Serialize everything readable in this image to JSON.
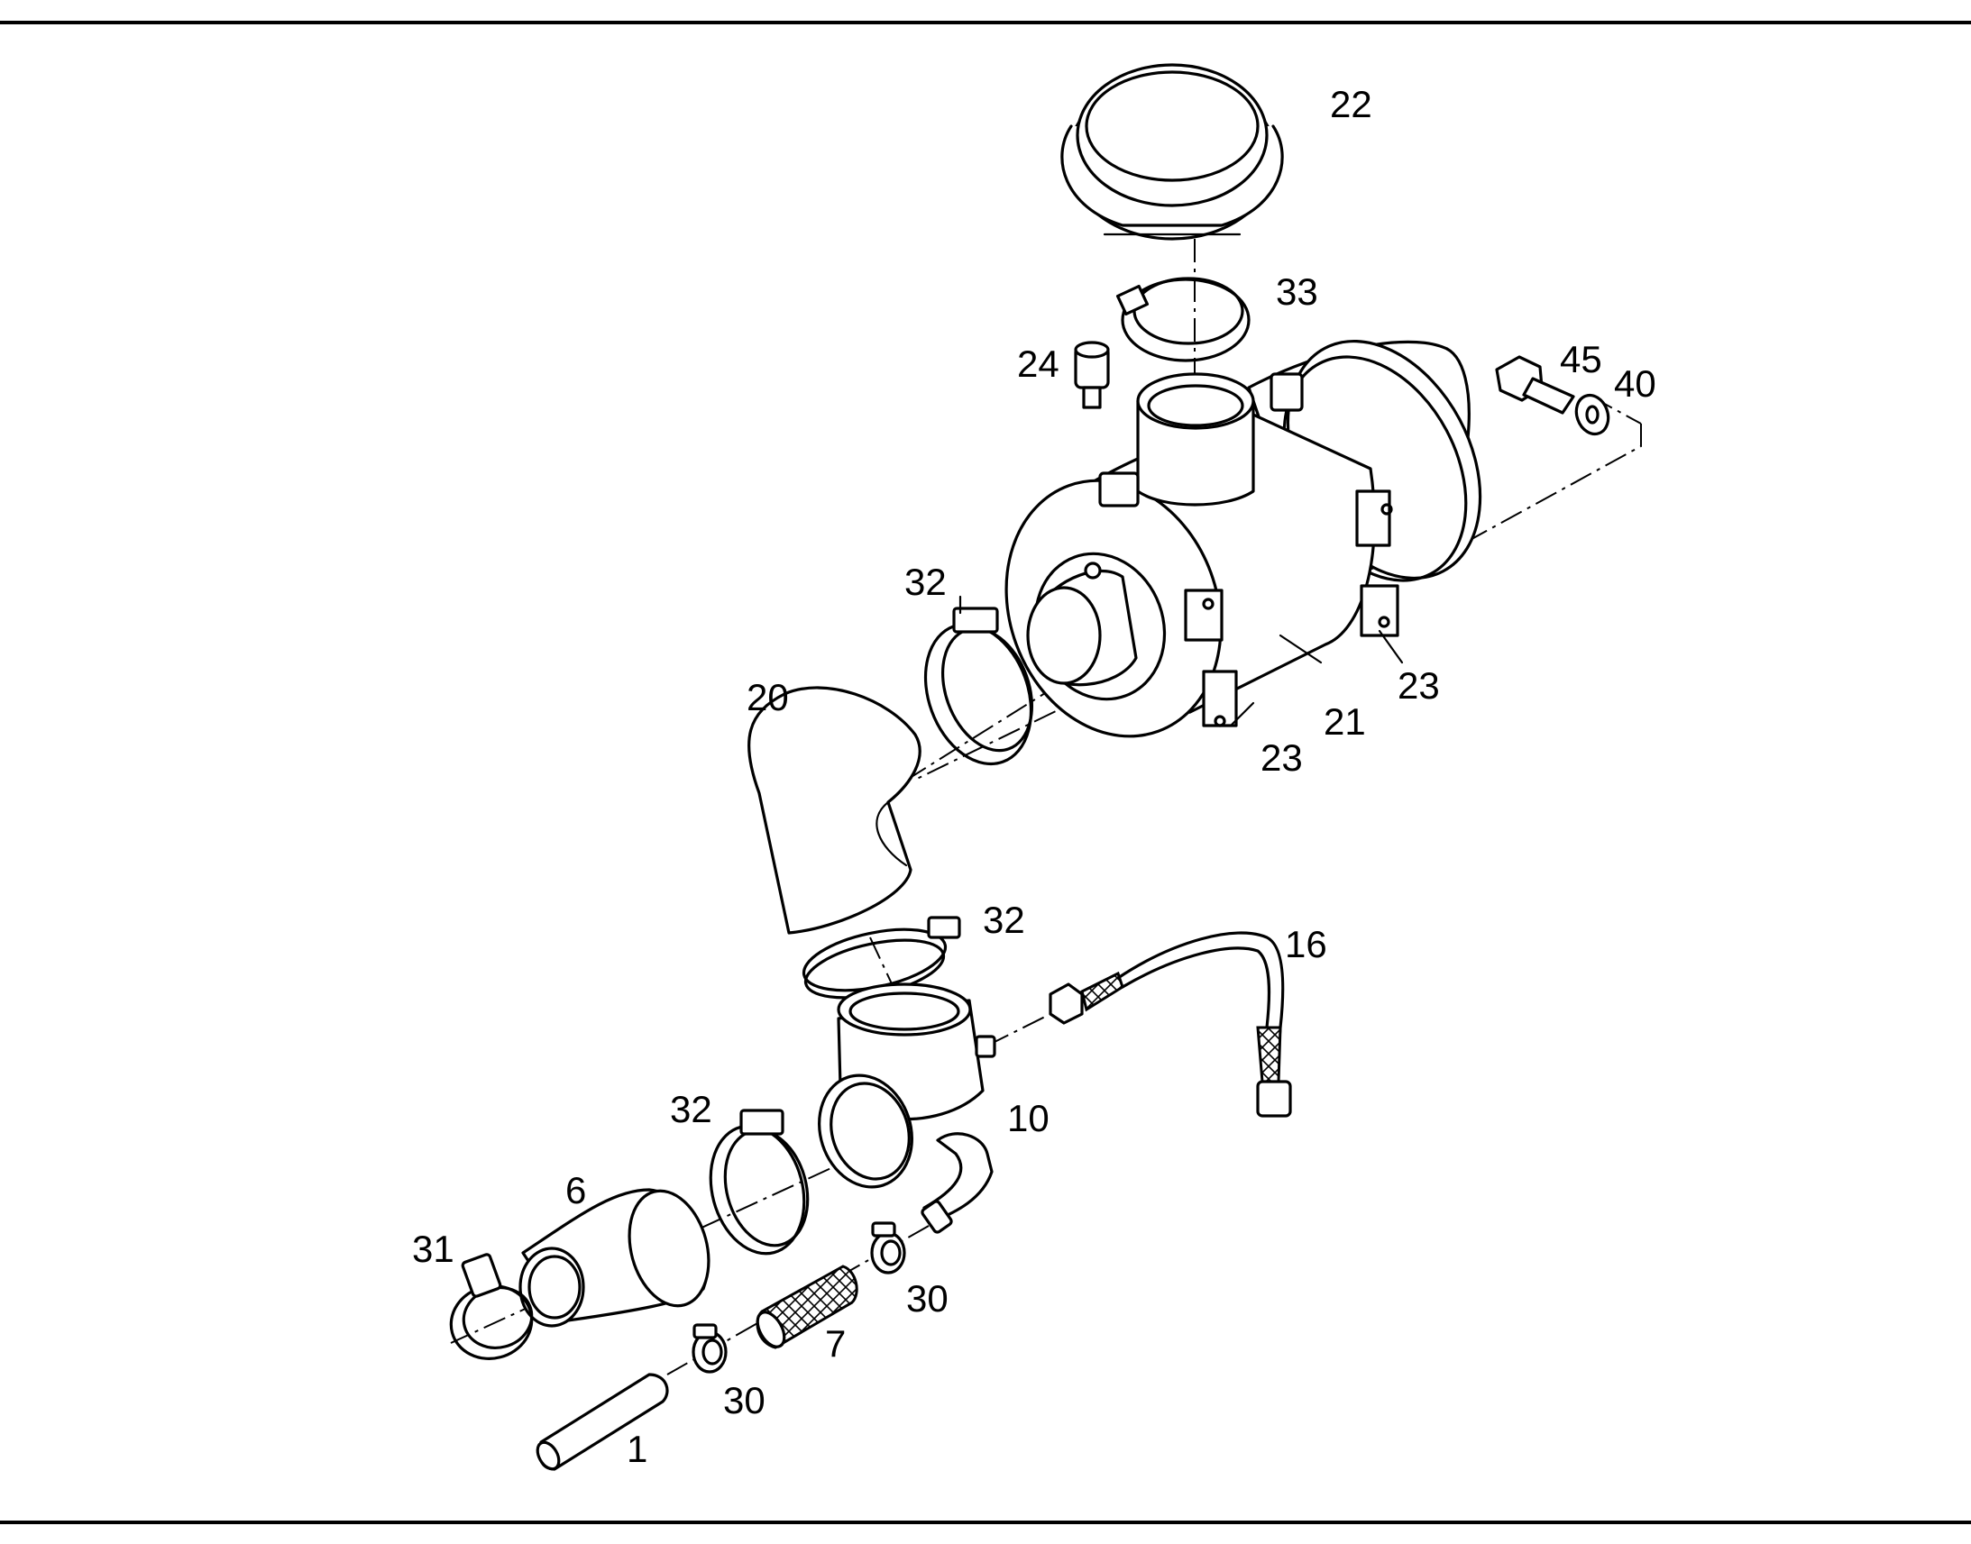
{
  "diagram": {
    "part_labels": [
      {
        "id": "callout-22",
        "text": "22"
      },
      {
        "id": "callout-33",
        "text": "33"
      },
      {
        "id": "callout-24",
        "text": "24"
      },
      {
        "id": "callout-45",
        "text": "45"
      },
      {
        "id": "callout-40",
        "text": "40"
      },
      {
        "id": "callout-32a",
        "text": "32"
      },
      {
        "id": "callout-20",
        "text": "20"
      },
      {
        "id": "callout-23a",
        "text": "23"
      },
      {
        "id": "callout-21",
        "text": "21"
      },
      {
        "id": "callout-23b",
        "text": "23"
      },
      {
        "id": "callout-32b",
        "text": "32"
      },
      {
        "id": "callout-16",
        "text": "16"
      },
      {
        "id": "callout-10",
        "text": "10"
      },
      {
        "id": "callout-32c",
        "text": "32"
      },
      {
        "id": "callout-6",
        "text": "6"
      },
      {
        "id": "callout-31",
        "text": "31"
      },
      {
        "id": "callout-30a",
        "text": "30"
      },
      {
        "id": "callout-7",
        "text": "7"
      },
      {
        "id": "callout-30b",
        "text": "30"
      },
      {
        "id": "callout-1",
        "text": "1"
      }
    ]
  }
}
